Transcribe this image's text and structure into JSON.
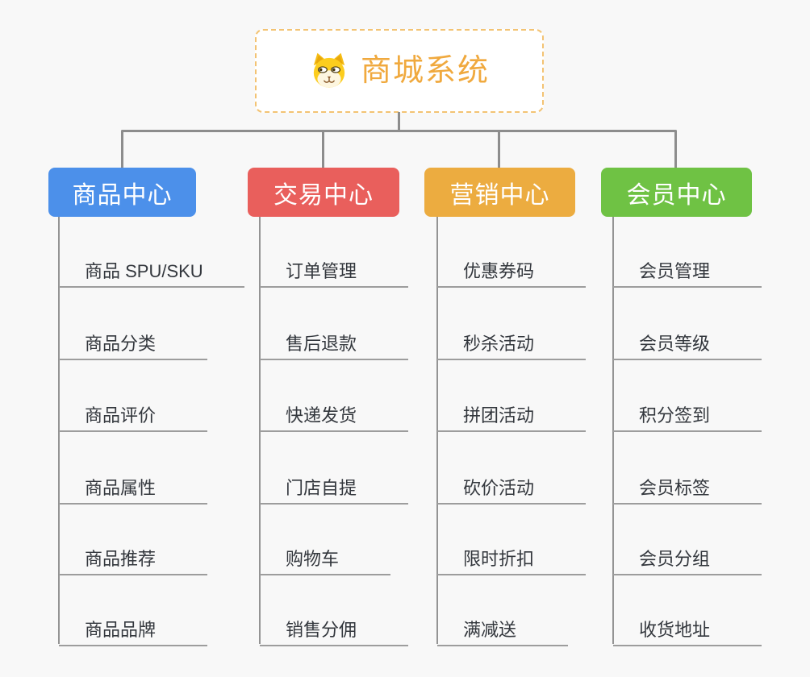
{
  "root": {
    "label": "商城系统",
    "icon": "dog-face-icon"
  },
  "branches": [
    {
      "label": "商品中心",
      "color": "#4c90ea",
      "items": [
        "商品 SPU/SKU",
        "商品分类",
        "商品评价",
        "商品属性",
        "商品推荐",
        "商品品牌"
      ]
    },
    {
      "label": "交易中心",
      "color": "#e95f5c",
      "items": [
        "订单管理",
        "售后退款",
        "快递发货",
        "门店自提",
        "购物车",
        "销售分佣"
      ]
    },
    {
      "label": "营销中心",
      "color": "#ecac40",
      "items": [
        "优惠券码",
        "秒杀活动",
        "拼团活动",
        "砍价活动",
        "限时折扣",
        "满减送"
      ]
    },
    {
      "label": "会员中心",
      "color": "#6fc244",
      "items": [
        "会员管理",
        "会员等级",
        "积分签到",
        "会员标签",
        "会员分组",
        "收货地址"
      ]
    }
  ],
  "colors": {
    "root_text": "#f0a93e",
    "root_border": "#f3c373",
    "connector_line": "#8d8d8d",
    "item_text": "#33373d",
    "background": "#f8f8f8"
  }
}
